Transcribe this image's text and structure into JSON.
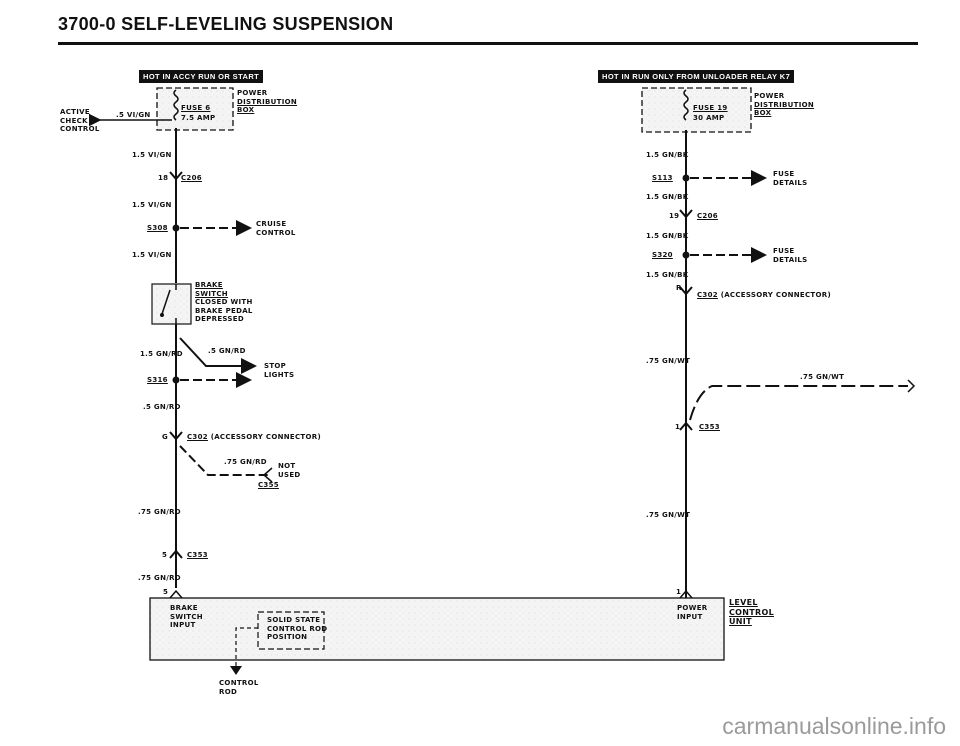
{
  "header": {
    "title": "3700-0  SELF-LEVELING SUSPENSION"
  },
  "banners": {
    "left": "HOT IN ACCY RUN OR START",
    "right": "HOT IN RUN ONLY FROM UNLOADER RELAY K7"
  },
  "left": {
    "side_label": [
      "ACTIVE",
      "CHECK",
      "CONTROL"
    ],
    "fuse_wire": ".5 VI/GN",
    "fuse_name": "FUSE 6",
    "fuse_rating": "7.5 AMP",
    "power_box": [
      "POWER",
      "DISTRIBUTION",
      "BOX"
    ],
    "w1": "1.5 VI/GN",
    "c206_pin": "18",
    "c206": "C206",
    "w2": "1.5 VI/GN",
    "s308": "S308",
    "cruise": [
      "CRUISE",
      "CONTROL"
    ],
    "w3": "1.5 VI/GN",
    "brake_switch": [
      "BRAKE",
      "SWITCH",
      "CLOSED WITH",
      "BRAKE PEDAL",
      "DEPRESSED"
    ],
    "w4": "1.5 GN/RD",
    "w5": ".5 GN/RD",
    "stop": [
      "STOP",
      "LIGHTS"
    ],
    "s316": "S316",
    "w6": ".5 GN/RD",
    "c302_pin": "G",
    "c302": "C302",
    "c302_desc": "(ACCESSORY CONNECTOR)",
    "w7": ".75 GN/RD",
    "not_used": [
      "NOT",
      "USED"
    ],
    "c355": "C355",
    "w8": ".75 GN/RD",
    "c353_pin": "5",
    "c353": "C353",
    "w9": ".75 GN/RD",
    "pin_bottom": "5"
  },
  "right": {
    "fuse_name": "FUSE 19",
    "fuse_rating": "30 AMP",
    "power_box": [
      "POWER",
      "DISTRIBUTION",
      "BOX"
    ],
    "w1": "1.5 GN/BK",
    "s113": "S113",
    "fuse_details_1": [
      "FUSE",
      "DETAILS"
    ],
    "w2": "1.5 GN/BK",
    "c206_pin": "19",
    "c206": "C206",
    "w3": "1.5 GN/BK",
    "s320": "S320",
    "fuse_details_2": [
      "FUSE",
      "DETAILS"
    ],
    "w4": "1.5 GN/BK",
    "c302_pin": "R",
    "c302": "C302",
    "c302_desc": "(ACCESSORY CONNECTOR)",
    "w5": ".75 GN/WT",
    "w6": ".75 GN/WT",
    "c353_pin": "1",
    "c353": "C353",
    "w7": ".75 GN/WT",
    "pin_bottom": "1"
  },
  "unit": {
    "brake_input": [
      "BRAKE",
      "SWITCH",
      "INPUT"
    ],
    "solid_state": [
      "SOLID STATE",
      "CONTROL ROD",
      "POSITION"
    ],
    "power_input": [
      "POWER",
      "INPUT"
    ],
    "name": [
      "LEVEL",
      "CONTROL",
      "UNIT"
    ],
    "rod": [
      "CONTROL",
      "ROD"
    ]
  },
  "watermark": "carmanualsonline.info"
}
